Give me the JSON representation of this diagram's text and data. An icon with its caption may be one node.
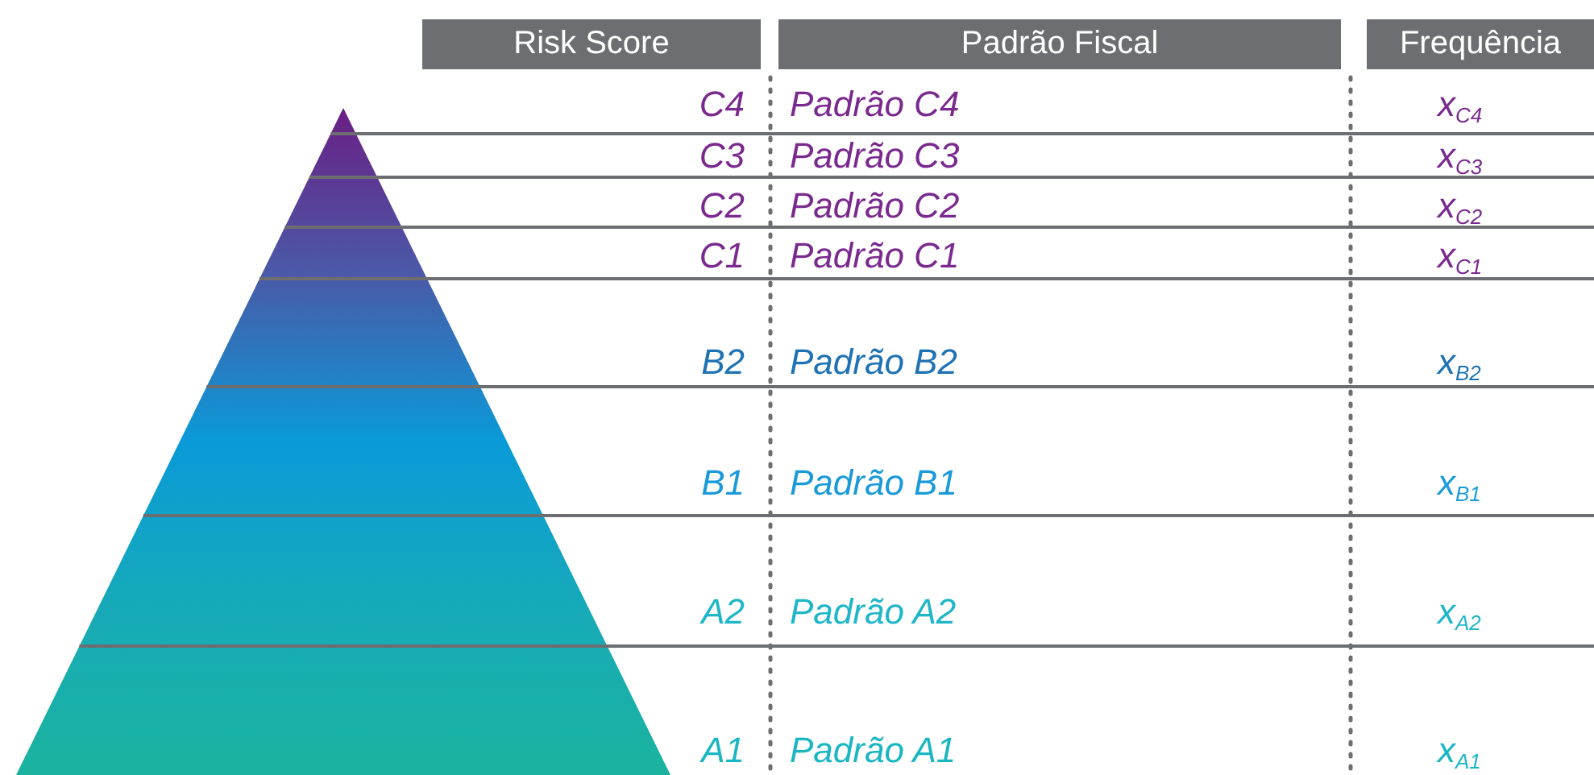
{
  "diagram": {
    "labels": [
      "Risk Score",
      "Padrão Fiscal",
      "Frequência",
      "C4",
      "Padrão C4",
      "x$_{C4}$",
      "C3",
      "Padrão C3",
      "x$_{C3}$",
      "C2",
      "Padrão C2",
      "x$_{C2}$",
      "C1",
      "Padrão C1",
      "x$_{C1}$",
      "B2",
      "Padrão B2",
      "x$_{B2}$",
      "B1",
      "Padrão B1",
      "x$_{B1}$",
      "A2",
      "Padrão A2",
      "x$_{A2}$",
      "A1",
      "Padrão A1",
      "x$_{A1}$"
    ]
  }
}
